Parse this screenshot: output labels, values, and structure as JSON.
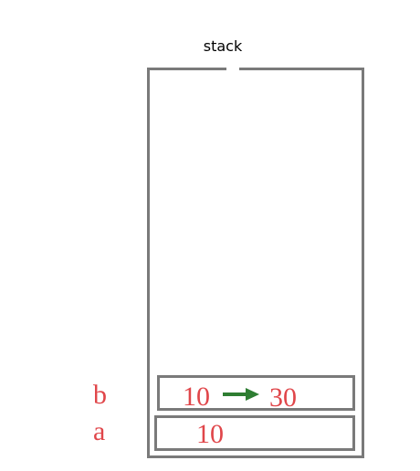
{
  "diagram": {
    "title": "stack",
    "variables": [
      {
        "name": "b",
        "old_value": "10",
        "new_value": "30"
      },
      {
        "name": "a",
        "value": "10"
      }
    ],
    "colors": {
      "frame": "#7a7a7a",
      "text": "#e0464a",
      "arrow": "#2e7d32"
    },
    "icons": {
      "assignment_arrow": "right-arrow-icon"
    }
  }
}
